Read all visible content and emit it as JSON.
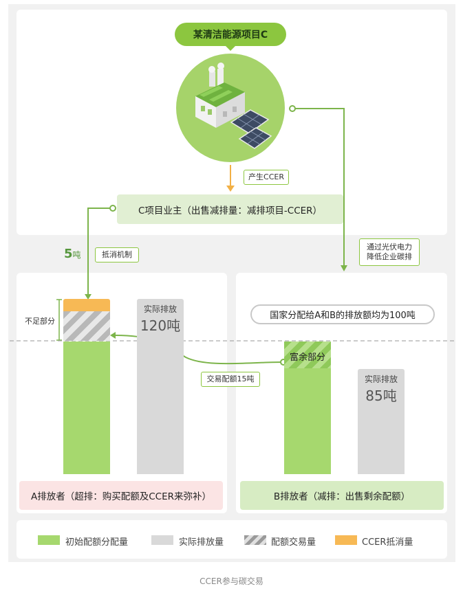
{
  "title": "某清洁能源项目C",
  "labels": {
    "produce_ccer": "产生CCER",
    "owner": "C项目业主（出售减排量：减排项目-CCER）",
    "offset_amount_number": "5",
    "offset_amount_unit": "吨",
    "offset_mechanism": "抵消机制",
    "pv_line1": "通过光伏电力",
    "pv_line2": "降低企业碳排",
    "insufficient": "不足部分",
    "national_allocation": "国家分配给A和B的排放额均为100吨",
    "surplus": "富余部分",
    "trade": "交易配额15吨",
    "a_actual_label": "实际排放",
    "a_actual_value": "120吨",
    "b_actual_label": "实际排放",
    "b_actual_value": "85吨",
    "emitter_a": "A排放者（超排：购买配额及CCER来弥补）",
    "emitter_b": "B排放者（减排：出售剩余配额）"
  },
  "values": {
    "allocation_tons": 100,
    "a_actual_tons": 120,
    "b_actual_tons": 85,
    "trade_tons": 15,
    "ccer_tons": 5
  },
  "legend": [
    {
      "label": "初始配额分配量",
      "color": "#a6d86e"
    },
    {
      "label": "实际排放量",
      "color": "#d9d9d9"
    },
    {
      "label": "配额交易量",
      "color": "hatched-gray"
    },
    {
      "label": "CCER抵消量",
      "color": "#f7b955"
    }
  ],
  "caption": "CCER参与碳交易",
  "colors": {
    "accent_green": "#8cc63f",
    "line_green": "#7cb44a",
    "allocation_green": "#a6d86e",
    "actual_gray": "#d9d9d9",
    "ccer_orange": "#f7b955",
    "emitter_a_bg": "#fbe4e4",
    "emitter_b_bg": "#d7ecc3"
  }
}
